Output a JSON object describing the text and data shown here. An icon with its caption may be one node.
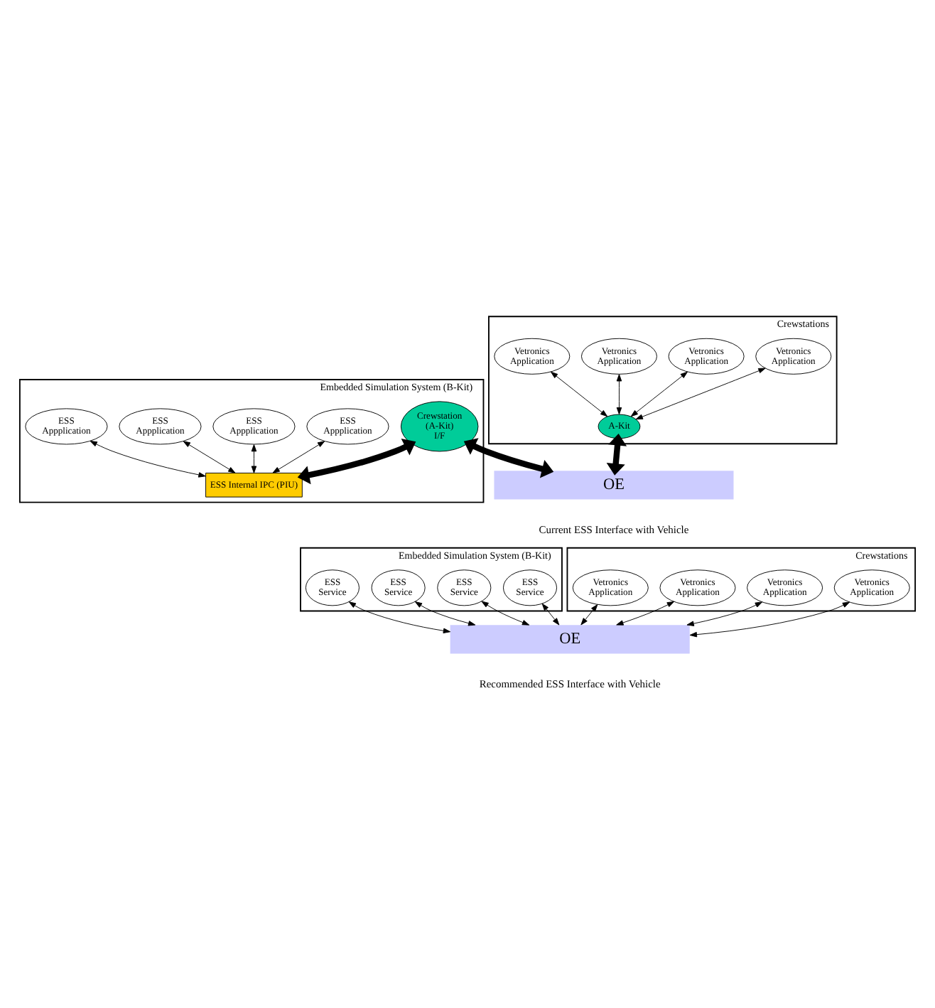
{
  "diagram": {
    "nodes": [
      {
        "text": [
          "Embedded Simulation System (B-Kit)"
        ]
      },
      {
        "text": [
          "ESS Appplication"
        ],
        "in": 0
      },
      {
        "text": [
          "ESS Appplication"
        ],
        "in": 0
      },
      {
        "text": [
          "ESS Appplication"
        ],
        "in": 0
      },
      {
        "text": [
          "ESS Appplication"
        ],
        "in": 0
      },
      {
        "text": [
          "Crewstation (A-Kit) I/F"
        ],
        "in": 0
      },
      {
        "text": [
          "ESS Internal IPC (PIU)"
        ],
        "in": 0
      },
      {
        "text": [
          "Crewstations"
        ]
      },
      {
        "text": [
          "Vetronics Application"
        ],
        "in": 7
      },
      {
        "text": [
          "Vetronics Application"
        ],
        "in": 7
      },
      {
        "text": [
          "Vetronics Application"
        ],
        "in": 7
      },
      {
        "text": [
          "Vetronics Application"
        ],
        "in": 7
      },
      {
        "text": [
          "A-Kit"
        ],
        "in": 7
      },
      {
        "text": [
          "OE"
        ]
      },
      {
        "text": [
          "Embedded Simulation System (B-Kit)"
        ]
      },
      {
        "text": [
          "ESS Service"
        ],
        "in": 14
      },
      {
        "text": [
          "ESS Service"
        ],
        "in": 14
      },
      {
        "text": [
          "ESS Service"
        ],
        "in": 14
      },
      {
        "text": [
          "ESS Service"
        ],
        "in": 14
      },
      {
        "text": [
          "Crewstations"
        ]
      },
      {
        "text": [
          "Vetronics Application"
        ],
        "in": 19
      },
      {
        "text": [
          "Vetronics Application"
        ],
        "in": 19
      },
      {
        "text": [
          "Vetronics Application"
        ],
        "in": 19
      },
      {
        "text": [
          "Vetronics Application"
        ],
        "in": 19
      },
      {
        "text": [
          "OE"
        ]
      }
    ],
    "edges": [
      {
        "from": 1,
        "to": 6,
        "arrow": "both"
      },
      {
        "from": 2,
        "to": 6,
        "arrow": "both"
      },
      {
        "from": 3,
        "to": 6,
        "arrow": "both"
      },
      {
        "from": 4,
        "to": 6,
        "arrow": "both"
      },
      {
        "from": 5,
        "to": 6,
        "arrow": "both",
        "style": "thick"
      },
      {
        "from": 5,
        "to": 13,
        "arrow": "both",
        "style": "thick"
      },
      {
        "from": 8,
        "to": 12,
        "arrow": "both"
      },
      {
        "from": 9,
        "to": 12,
        "arrow": "both"
      },
      {
        "from": 10,
        "to": 12,
        "arrow": "both"
      },
      {
        "from": 11,
        "to": 12,
        "arrow": "both"
      },
      {
        "from": 12,
        "to": 13,
        "arrow": "both",
        "style": "thick"
      },
      {
        "from": 15,
        "to": 24,
        "arrow": "both"
      },
      {
        "from": 16,
        "to": 24,
        "arrow": "both"
      },
      {
        "from": 17,
        "to": 24,
        "arrow": "both"
      },
      {
        "from": 18,
        "to": 24,
        "arrow": "both"
      },
      {
        "from": 20,
        "to": 24,
        "arrow": "both"
      },
      {
        "from": 21,
        "to": 24,
        "arrow": "both"
      },
      {
        "from": 22,
        "to": 24,
        "arrow": "both"
      },
      {
        "from": 23,
        "to": 24,
        "arrow": "both"
      }
    ],
    "labels": [
      "Current ESS Interface with Vehicle",
      "Recommended ESS Interface with Vehicle"
    ]
  }
}
